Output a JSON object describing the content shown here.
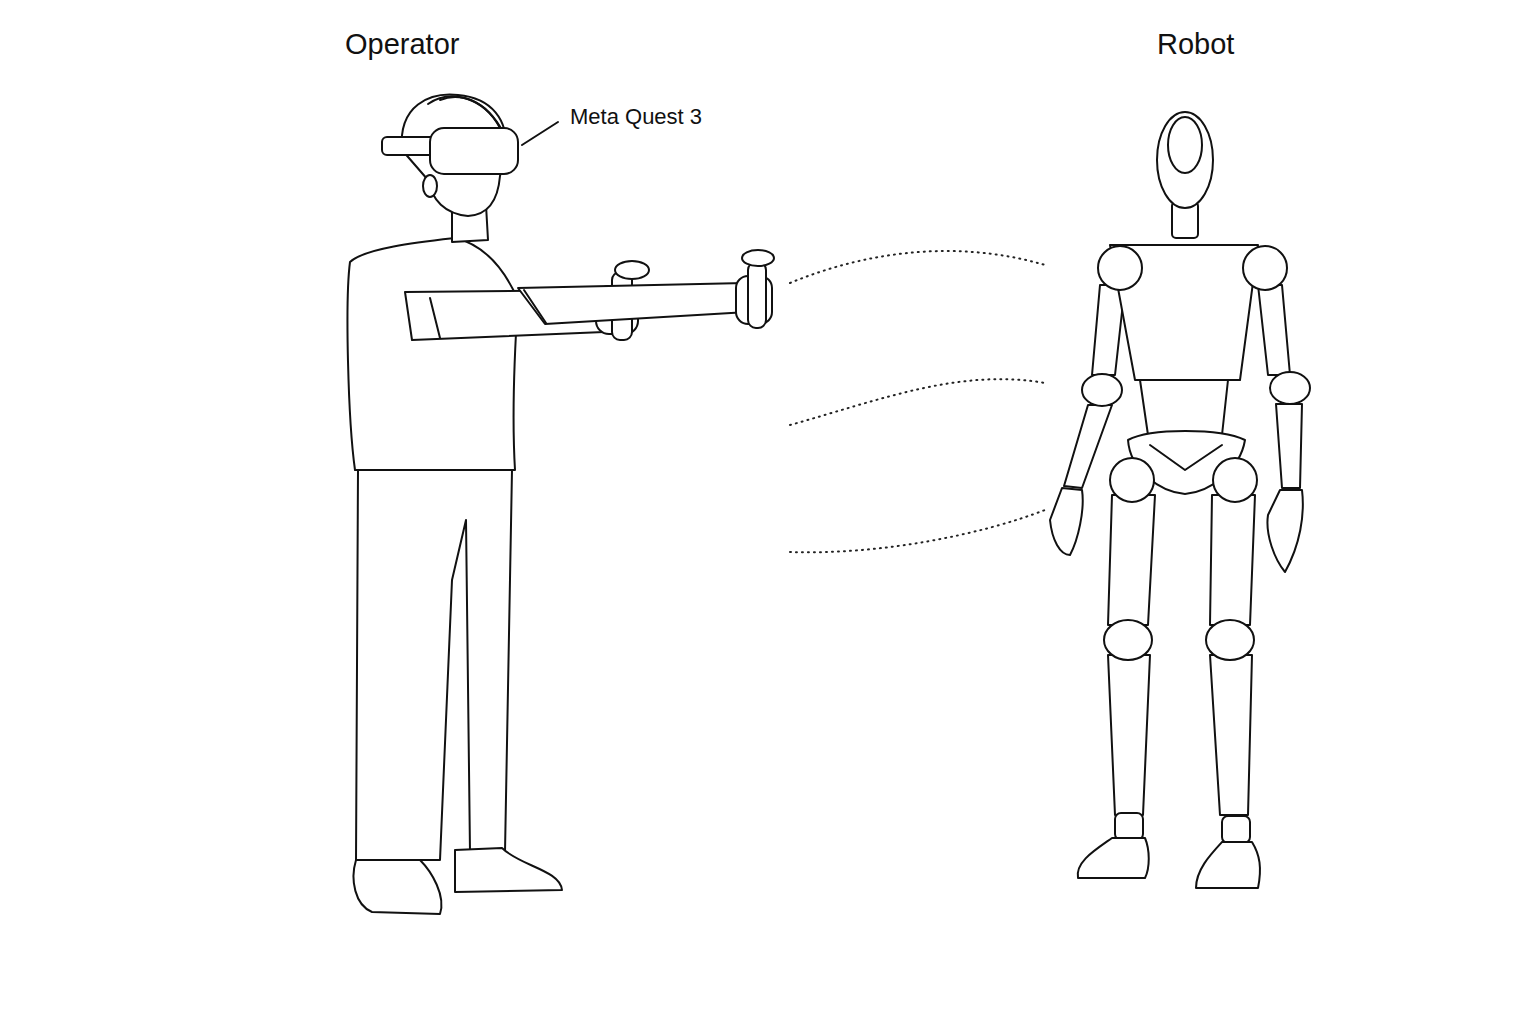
{
  "diagram": {
    "nodes": [
      {
        "text": [
          "Operator"
        ]
      },
      {
        "text": [
          "Robot"
        ]
      }
    ],
    "edges": [
      {
        "from": 0,
        "to": 1,
        "arrow": "none"
      },
      {
        "from": 0,
        "to": 1,
        "arrow": "none"
      },
      {
        "from": 0,
        "to": 1,
        "arrow": "none"
      }
    ],
    "labels": [
      "Meta Quest 3"
    ]
  }
}
